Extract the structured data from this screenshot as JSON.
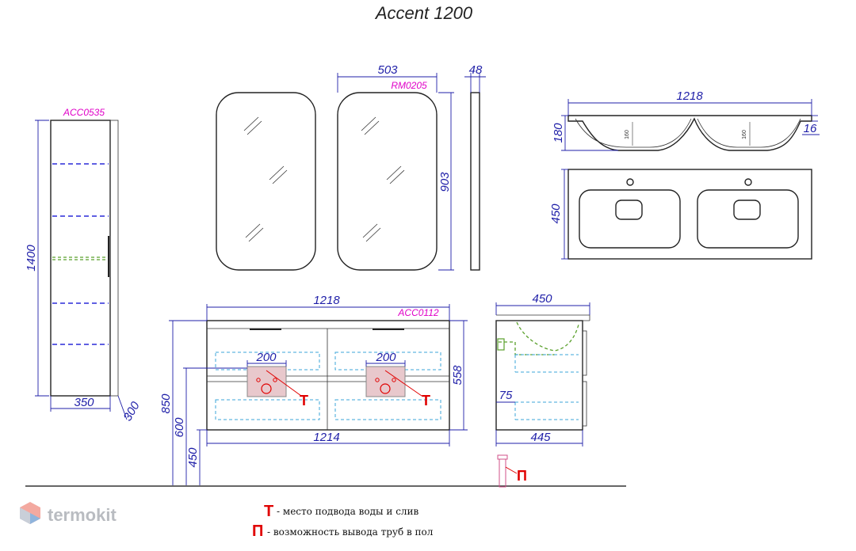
{
  "title": "Accent 1200",
  "codes": {
    "cabinet": "ACC0535",
    "mirror": "RM0205",
    "vanity": "ACC0112"
  },
  "dimensions": {
    "cabinet_height": "1400",
    "cabinet_width": "350",
    "cabinet_depth": "300",
    "mirror_width": "503",
    "mirror_depth": "48",
    "mirror_height": "903",
    "sink_width": "1218",
    "sink_height": "180",
    "sink_lip": "16",
    "sink_bowl_depth_left": "160",
    "sink_bowl_depth_right": "160",
    "sink_depth": "450",
    "vanity_width": "1218",
    "vanity_width_bottom": "1214",
    "vanity_height": "558",
    "floor_to_top": "850",
    "floor_to_inlet": "600",
    "floor_to_bottom": "450",
    "inlet_zone_left": "200",
    "inlet_zone_right": "200",
    "side_depth": "450",
    "side_depth_bottom": "445",
    "side_offset": "75"
  },
  "markers": {
    "water": "Т",
    "floor": "П"
  },
  "legend": {
    "water_text": "- место подвода воды и слив",
    "floor_text": "- возможность вывода труб в пол"
  },
  "brand": {
    "name": "termokit"
  }
}
